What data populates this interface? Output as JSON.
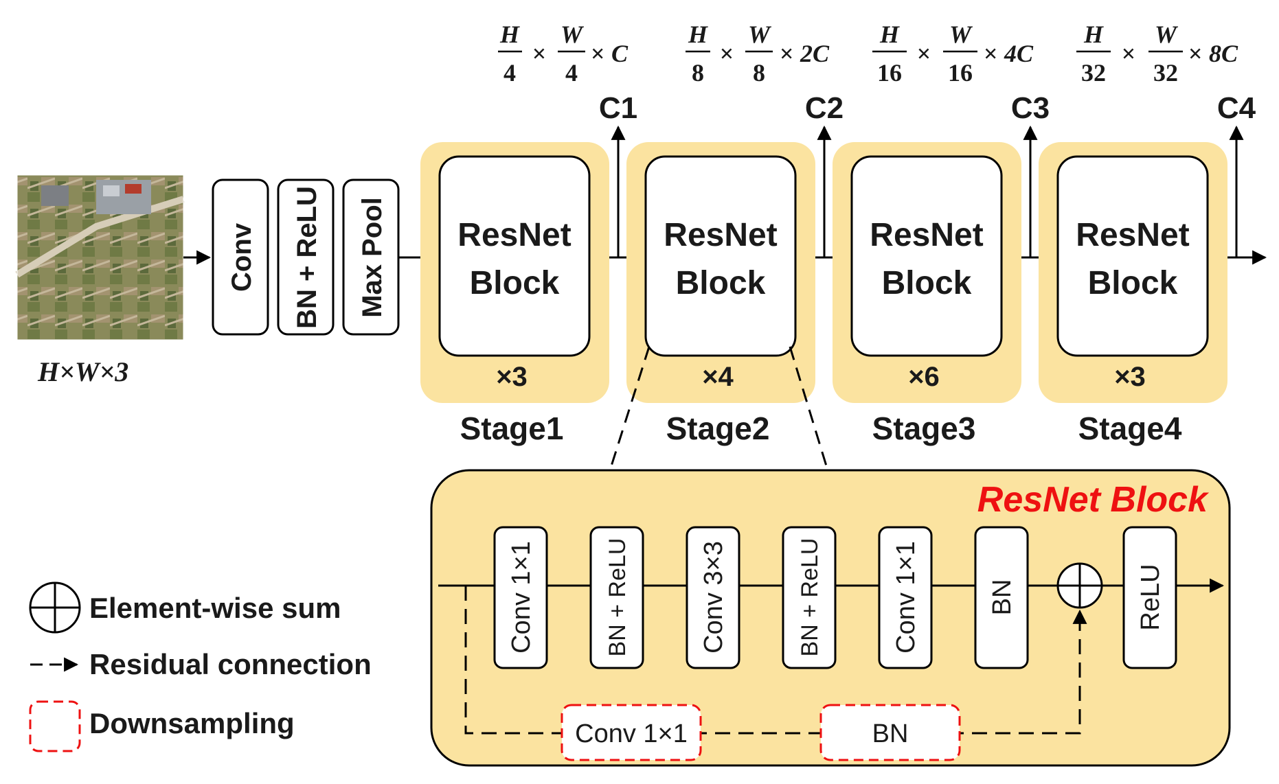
{
  "input": {
    "dims_h": "H",
    "dims_w": "W",
    "dims_c": "3"
  },
  "stem": {
    "conv": "Conv",
    "bn_relu": "BN + ReLU",
    "max_pool": "Max Pool"
  },
  "stages": [
    {
      "name": "Stage1",
      "block_line1": "ResNet",
      "block_line2": "Block",
      "repeat": "×3",
      "output": "C1",
      "res_h": "H",
      "res_w": "W",
      "div": "4",
      "channels": "C"
    },
    {
      "name": "Stage2",
      "block_line1": "ResNet",
      "block_line2": "Block",
      "repeat": "×4",
      "output": "C2",
      "res_h": "H",
      "res_w": "W",
      "div": "8",
      "channels": "2C"
    },
    {
      "name": "Stage3",
      "block_line1": "ResNet",
      "block_line2": "Block",
      "repeat": "×6",
      "output": "C3",
      "res_h": "H",
      "res_w": "W",
      "div": "16",
      "channels": "4C"
    },
    {
      "name": "Stage4",
      "block_line1": "ResNet",
      "block_line2": "Block",
      "repeat": "×3",
      "output": "C4",
      "res_h": "H",
      "res_w": "W",
      "div": "32",
      "channels": "8C"
    }
  ],
  "resnet_block": {
    "title": "ResNet Block",
    "layers": [
      "Conv 1×1",
      "BN + ReLU",
      "Conv 3×3",
      "BN + ReLU",
      "Conv 1×1",
      "BN",
      "ReLU"
    ],
    "downsample": [
      "Conv 1×1",
      "BN"
    ]
  },
  "legend": {
    "sum": "Element-wise sum",
    "residual": "Residual connection",
    "downsampling": "Downsampling"
  },
  "colors": {
    "stage_bg": "#fbe3a0",
    "accent_red": "#ee1111"
  }
}
